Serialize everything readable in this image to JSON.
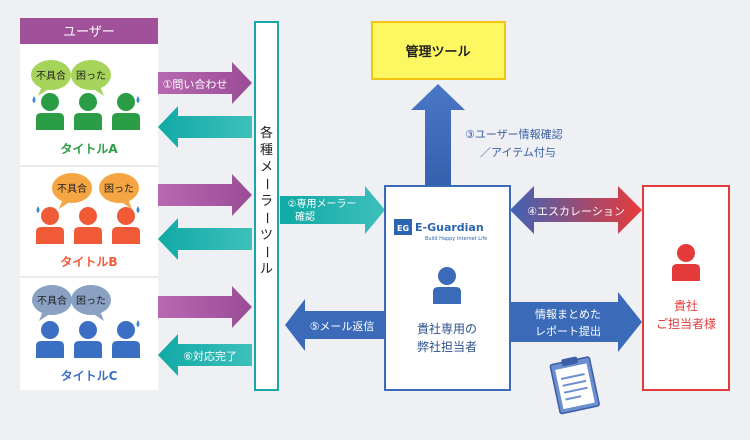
{
  "users": {
    "header": "ユーザー",
    "groups": [
      {
        "title": "タイトルA",
        "bubble1": "不具合",
        "bubble2": "困った"
      },
      {
        "title": "タイトルB",
        "bubble1": "不具合",
        "bubble2": "困った"
      },
      {
        "title": "タイトルC",
        "bubble1": "不具合",
        "bubble2": "困った"
      }
    ]
  },
  "tools_panel": {
    "label": [
      "各",
      "種",
      "メ",
      "ー",
      "ラ",
      "ー",
      "ツ",
      "ー",
      "ル"
    ]
  },
  "arrows": {
    "inquiry": "①問い合わせ",
    "dedicated_mailer": [
      "②専用メーラー",
      "確認"
    ],
    "user_info": [
      "③ユーザー情報確認",
      "／アイテム付与"
    ],
    "escalation": "④エスカレーション",
    "mail_reply": "⑤メール返信",
    "resolved": "⑥対応完了",
    "report": [
      "情報まとめた",
      "レポート提出"
    ]
  },
  "admin_tool": {
    "label": "管理ツール"
  },
  "center": {
    "logo_mark": "EG",
    "logo_text": "E-Guardian",
    "logo_sub": "Build Happy Internet Life",
    "label": [
      "貴社専用の",
      "弊社担当者"
    ]
  },
  "client": {
    "label": [
      "貴社",
      "ご担当者様"
    ]
  },
  "colors": {
    "purple": "#a0519a",
    "teal": "#17b1ad",
    "blue": "#3a6ab8",
    "red": "#e53a3a",
    "greenA": "#2a9d46",
    "orangeB": "#f05a36",
    "blueC": "#3b6fc4"
  }
}
